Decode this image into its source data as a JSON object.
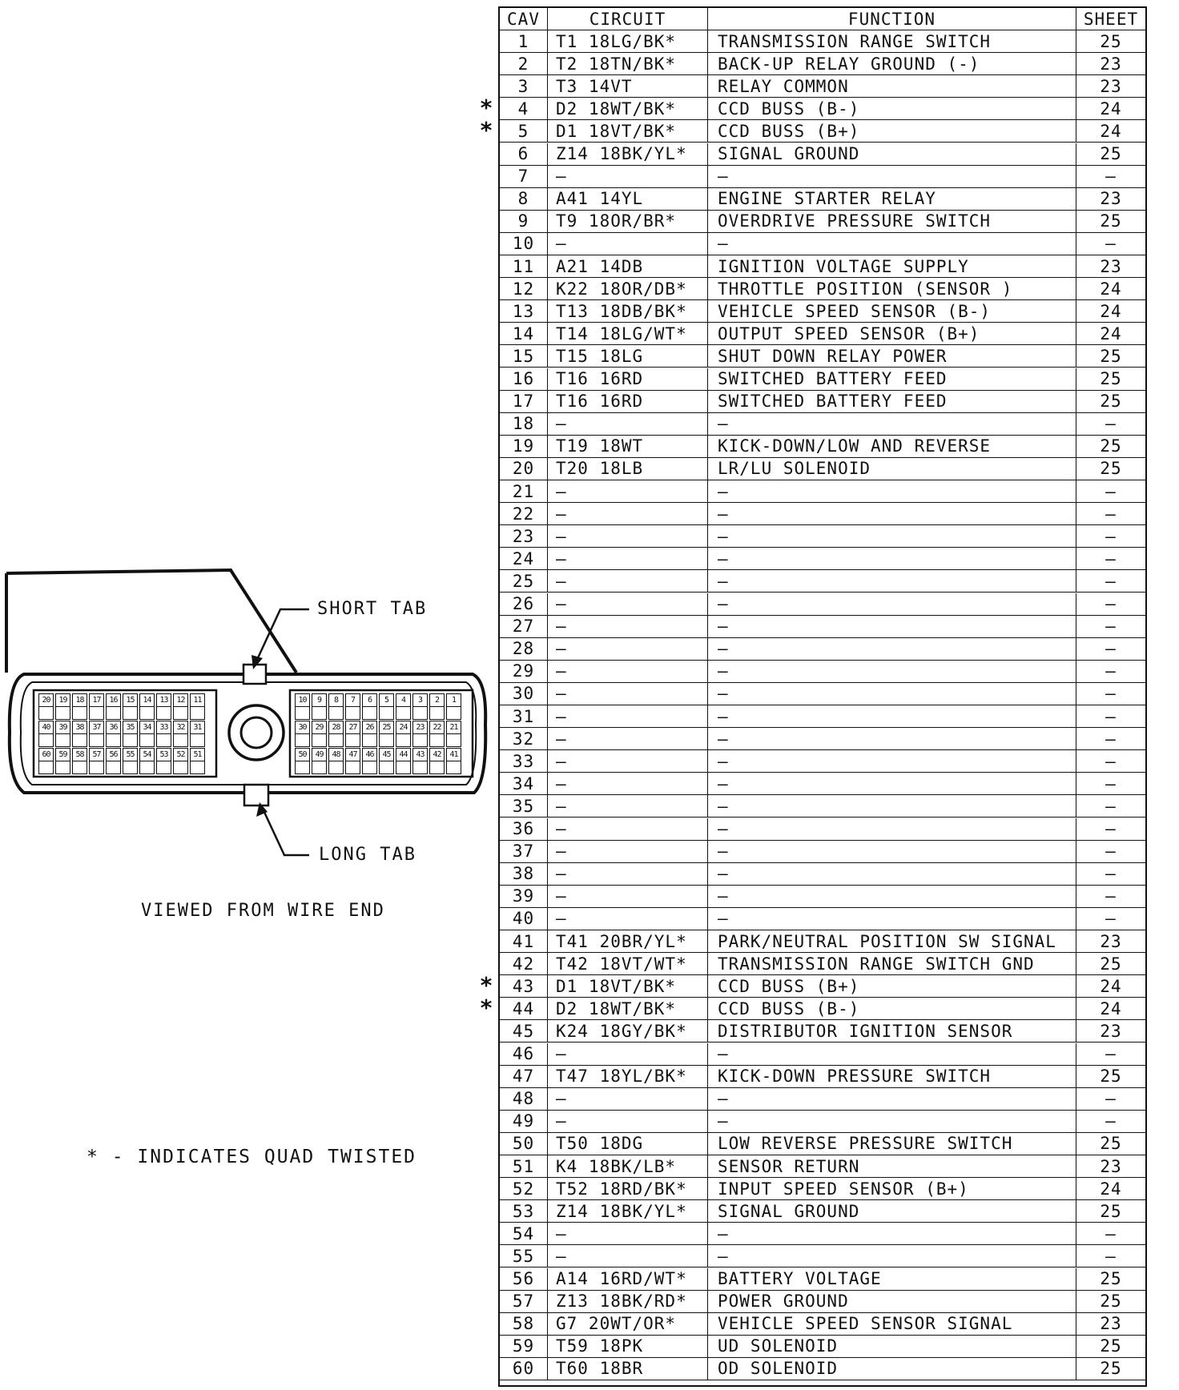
{
  "table": {
    "headers": {
      "cav": "CAV",
      "circuit": "CIRCUIT",
      "function": "FUNCTION",
      "sheet": "SHEET"
    },
    "rows": [
      {
        "cav": "1",
        "circuit": "T1 18LG/BK*",
        "function": "TRANSMISSION RANGE SWITCH",
        "sheet": "25",
        "mark": ""
      },
      {
        "cav": "2",
        "circuit": "T2 18TN/BK*",
        "function": "BACK-UP RELAY GROUND (-)",
        "sheet": "23",
        "mark": ""
      },
      {
        "cav": "3",
        "circuit": "T3 14VT",
        "function": "RELAY COMMON",
        "sheet": "23",
        "mark": ""
      },
      {
        "cav": "4",
        "circuit": "D2 18WT/BK*",
        "function": "CCD BUSS (B-)",
        "sheet": "24",
        "mark": "*"
      },
      {
        "cav": "5",
        "circuit": "D1 18VT/BK*",
        "function": "CCD BUSS (B+)",
        "sheet": "24",
        "mark": "*"
      },
      {
        "cav": "6",
        "circuit": "Z14 18BK/YL*",
        "function": "SIGNAL GROUND",
        "sheet": "25",
        "mark": ""
      },
      {
        "cav": "7",
        "circuit": "—",
        "function": "—",
        "sheet": "—",
        "mark": ""
      },
      {
        "cav": "8",
        "circuit": "A41 14YL",
        "function": "ENGINE STARTER RELAY",
        "sheet": "23",
        "mark": ""
      },
      {
        "cav": "9",
        "circuit": "T9 18OR/BR*",
        "function": "OVERDRIVE PRESSURE SWITCH",
        "sheet": "25",
        "mark": ""
      },
      {
        "cav": "10",
        "circuit": "—",
        "function": "—",
        "sheet": "—",
        "mark": ""
      },
      {
        "cav": "11",
        "circuit": "A21 14DB",
        "function": "IGNITION VOLTAGE SUPPLY",
        "sheet": "23",
        "mark": ""
      },
      {
        "cav": "12",
        "circuit": "K22 18OR/DB*",
        "function": "THROTTLE POSITION (SENSOR )",
        "sheet": "24",
        "mark": ""
      },
      {
        "cav": "13",
        "circuit": "T13 18DB/BK*",
        "function": "VEHICLE SPEED SENSOR (B-)",
        "sheet": "24",
        "mark": ""
      },
      {
        "cav": "14",
        "circuit": "T14 18LG/WT*",
        "function": "OUTPUT SPEED SENSOR (B+)",
        "sheet": "24",
        "mark": ""
      },
      {
        "cav": "15",
        "circuit": "T15 18LG",
        "function": "SHUT DOWN RELAY POWER",
        "sheet": "25",
        "mark": ""
      },
      {
        "cav": "16",
        "circuit": "T16 16RD",
        "function": "SWITCHED BATTERY FEED",
        "sheet": "25",
        "mark": ""
      },
      {
        "cav": "17",
        "circuit": "T16 16RD",
        "function": "SWITCHED BATTERY FEED",
        "sheet": "25",
        "mark": ""
      },
      {
        "cav": "18",
        "circuit": "—",
        "function": "—",
        "sheet": "—",
        "mark": ""
      },
      {
        "cav": "19",
        "circuit": "T19 18WT",
        "function": "KICK-DOWN/LOW AND REVERSE",
        "sheet": "25",
        "mark": ""
      },
      {
        "cav": "20",
        "circuit": "T20 18LB",
        "function": "LR/LU SOLENOID",
        "sheet": "25",
        "mark": ""
      },
      {
        "cav": "21",
        "circuit": "—",
        "function": "—",
        "sheet": "—",
        "mark": ""
      },
      {
        "cav": "22",
        "circuit": "—",
        "function": "—",
        "sheet": "—",
        "mark": ""
      },
      {
        "cav": "23",
        "circuit": "—",
        "function": "—",
        "sheet": "—",
        "mark": ""
      },
      {
        "cav": "24",
        "circuit": "—",
        "function": "—",
        "sheet": "—",
        "mark": ""
      },
      {
        "cav": "25",
        "circuit": "—",
        "function": "—",
        "sheet": "—",
        "mark": ""
      },
      {
        "cav": "26",
        "circuit": "—",
        "function": "—",
        "sheet": "—",
        "mark": ""
      },
      {
        "cav": "27",
        "circuit": "—",
        "function": "—",
        "sheet": "—",
        "mark": ""
      },
      {
        "cav": "28",
        "circuit": "—",
        "function": "—",
        "sheet": "—",
        "mark": ""
      },
      {
        "cav": "29",
        "circuit": "—",
        "function": "—",
        "sheet": "—",
        "mark": ""
      },
      {
        "cav": "30",
        "circuit": "—",
        "function": "—",
        "sheet": "—",
        "mark": ""
      },
      {
        "cav": "31",
        "circuit": "—",
        "function": "—",
        "sheet": "—",
        "mark": ""
      },
      {
        "cav": "32",
        "circuit": "—",
        "function": "—",
        "sheet": "—",
        "mark": ""
      },
      {
        "cav": "33",
        "circuit": "—",
        "function": "—",
        "sheet": "—",
        "mark": ""
      },
      {
        "cav": "34",
        "circuit": "—",
        "function": "—",
        "sheet": "—",
        "mark": ""
      },
      {
        "cav": "35",
        "circuit": "—",
        "function": "—",
        "sheet": "—",
        "mark": ""
      },
      {
        "cav": "36",
        "circuit": "—",
        "function": "—",
        "sheet": "—",
        "mark": ""
      },
      {
        "cav": "37",
        "circuit": "—",
        "function": "—",
        "sheet": "—",
        "mark": ""
      },
      {
        "cav": "38",
        "circuit": "—",
        "function": "—",
        "sheet": "—",
        "mark": ""
      },
      {
        "cav": "39",
        "circuit": "—",
        "function": "—",
        "sheet": "—",
        "mark": ""
      },
      {
        "cav": "40",
        "circuit": "—",
        "function": "—",
        "sheet": "—",
        "mark": ""
      },
      {
        "cav": "41",
        "circuit": "T41 20BR/YL*",
        "function": "PARK/NEUTRAL POSITION SW SIGNAL",
        "sheet": "23",
        "mark": ""
      },
      {
        "cav": "42",
        "circuit": "T42 18VT/WT*",
        "function": "TRANSMISSION RANGE SWITCH GND",
        "sheet": "25",
        "mark": ""
      },
      {
        "cav": "43",
        "circuit": "D1 18VT/BK*",
        "function": "CCD BUSS (B+)",
        "sheet": "24",
        "mark": "*"
      },
      {
        "cav": "44",
        "circuit": "D2 18WT/BK*",
        "function": "CCD BUSS (B-)",
        "sheet": "24",
        "mark": "*"
      },
      {
        "cav": "45",
        "circuit": "K24 18GY/BK*",
        "function": "DISTRIBUTOR IGNITION SENSOR",
        "sheet": "23",
        "mark": ""
      },
      {
        "cav": "46",
        "circuit": "—",
        "function": "—",
        "sheet": "—",
        "mark": ""
      },
      {
        "cav": "47",
        "circuit": "T47 18YL/BK*",
        "function": "KICK-DOWN PRESSURE SWITCH",
        "sheet": "25",
        "mark": ""
      },
      {
        "cav": "48",
        "circuit": "—",
        "function": "—",
        "sheet": "—",
        "mark": ""
      },
      {
        "cav": "49",
        "circuit": "—",
        "function": "—",
        "sheet": "—",
        "mark": ""
      },
      {
        "cav": "50",
        "circuit": "T50 18DG",
        "function": "LOW REVERSE PRESSURE SWITCH",
        "sheet": "25",
        "mark": ""
      },
      {
        "cav": "51",
        "circuit": "K4 18BK/LB*",
        "function": "SENSOR RETURN",
        "sheet": "23",
        "mark": ""
      },
      {
        "cav": "52",
        "circuit": "T52 18RD/BK*",
        "function": "INPUT SPEED SENSOR (B+)",
        "sheet": "24",
        "mark": ""
      },
      {
        "cav": "53",
        "circuit": "Z14 18BK/YL*",
        "function": "SIGNAL GROUND",
        "sheet": "25",
        "mark": ""
      },
      {
        "cav": "54",
        "circuit": "—",
        "function": "—",
        "sheet": "—",
        "mark": ""
      },
      {
        "cav": "55",
        "circuit": "—",
        "function": "—",
        "sheet": "—",
        "mark": ""
      },
      {
        "cav": "56",
        "circuit": "A14 16RD/WT*",
        "function": "BATTERY VOLTAGE",
        "sheet": "25",
        "mark": ""
      },
      {
        "cav": "57",
        "circuit": "Z13 18BK/RD*",
        "function": "POWER GROUND",
        "sheet": "25",
        "mark": ""
      },
      {
        "cav": "58",
        "circuit": "G7 20WT/OR*",
        "function": "VEHICLE SPEED SENSOR SIGNAL",
        "sheet": "23",
        "mark": ""
      },
      {
        "cav": "59",
        "circuit": "T59 18PK",
        "function": "UD SOLENOID",
        "sheet": "25",
        "mark": ""
      },
      {
        "cav": "60",
        "circuit": "T60 18BR",
        "function": "OD SOLENOID",
        "sheet": "25",
        "mark": ""
      }
    ]
  },
  "connector": {
    "short_tab_label": "SHORT TAB",
    "long_tab_label": "LONG TAB",
    "view_label": "VIEWED FROM WIRE END",
    "left_block": {
      "rows": [
        [
          "20",
          "19",
          "18",
          "17",
          "16",
          "15",
          "14",
          "13",
          "12",
          "11"
        ],
        [
          "40",
          "39",
          "38",
          "37",
          "36",
          "35",
          "34",
          "33",
          "32",
          "31"
        ],
        [
          "60",
          "59",
          "58",
          "57",
          "56",
          "55",
          "54",
          "53",
          "52",
          "51"
        ]
      ]
    },
    "right_block": {
      "rows": [
        [
          "10",
          "9",
          "8",
          "7",
          "6",
          "5",
          "4",
          "3",
          "2",
          "1"
        ],
        [
          "30",
          "29",
          "28",
          "27",
          "26",
          "25",
          "24",
          "23",
          "22",
          "21"
        ],
        [
          "50",
          "49",
          "48",
          "47",
          "46",
          "45",
          "44",
          "43",
          "42",
          "41"
        ]
      ]
    }
  },
  "legend": {
    "text": "* - INDICATES QUAD TWISTED"
  }
}
